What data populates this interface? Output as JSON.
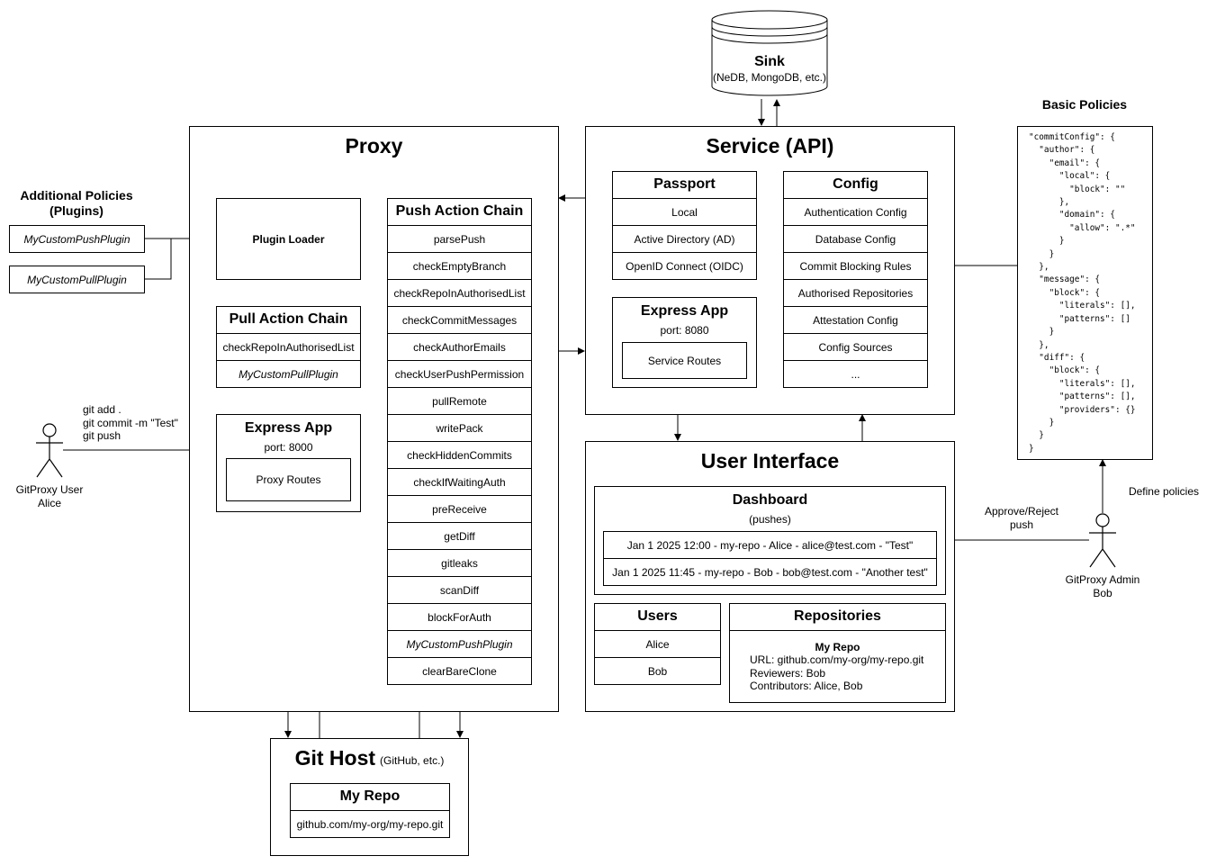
{
  "sink": {
    "title": "Sink",
    "subtitle": "(NeDB, MongoDB, etc.)"
  },
  "basic_policies": {
    "title": "Basic Policies",
    "code": "\"commitConfig\": {\n  \"author\": {\n    \"email\": {\n      \"local\": {\n        \"block\": \"\"\n      },\n      \"domain\": {\n        \"allow\": \".*\"\n      }\n    }\n  },\n  \"message\": {\n    \"block\": {\n      \"literals\": [],\n      \"patterns\": []\n    }\n  },\n  \"diff\": {\n    \"block\": {\n      \"literals\": [],\n      \"patterns\": [],\n      \"providers\": {}\n    }\n  }\n}"
  },
  "additional_policies": {
    "title_line1": "Additional Policies",
    "title_line2": "(Plugins)",
    "push_plugin": "MyCustomPushPlugin",
    "pull_plugin": "MyCustomPullPlugin"
  },
  "proxy": {
    "title": "Proxy",
    "plugin_loader": "Plugin Loader",
    "pull_chain": {
      "title": "Pull Action Chain",
      "items": [
        "checkRepoInAuthorisedList",
        "MyCustomPullPlugin"
      ]
    },
    "express": {
      "title": "Express App",
      "port": "port: 8000",
      "routes": "Proxy Routes"
    },
    "push_chain": {
      "title": "Push Action Chain",
      "items": [
        "parsePush",
        "checkEmptyBranch",
        "checkRepoInAuthorisedList",
        "checkCommitMessages",
        "checkAuthorEmails",
        "checkUserPushPermission",
        "pullRemote",
        "writePack",
        "checkHiddenCommits",
        "checkIfWaitingAuth",
        "preReceive",
        "getDiff",
        "gitleaks",
        "scanDiff",
        "blockForAuth",
        "MyCustomPushPlugin",
        "clearBareClone"
      ]
    }
  },
  "service": {
    "title": "Service (API)",
    "passport": {
      "title": "Passport",
      "items": [
        "Local",
        "Active Directory (AD)",
        "OpenID Connect (OIDC)"
      ]
    },
    "express": {
      "title": "Express App",
      "port": "port: 8080",
      "routes": "Service Routes"
    },
    "config": {
      "title": "Config",
      "items": [
        "Authentication Config",
        "Database Config",
        "Commit Blocking Rules",
        "Authorised Repositories",
        "Attestation Config",
        "Config Sources",
        "..."
      ]
    }
  },
  "ui": {
    "title": "User Interface",
    "dashboard": {
      "title": "Dashboard",
      "subtitle": "(pushes)",
      "rows": [
        "Jan 1 2025 12:00 - my-repo - Alice - alice@test.com - \"Test\"",
        "Jan 1 2025 11:45 - my-repo - Bob - bob@test.com - \"Another test\""
      ]
    },
    "users": {
      "title": "Users",
      "items": [
        "Alice",
        "Bob"
      ]
    },
    "repositories": {
      "title": "Repositories",
      "repo_name": "My Repo",
      "url": "URL: github.com/my-org/my-repo.git",
      "reviewers": "Reviewers: Bob",
      "contributors": "Contributors: Alice, Bob"
    }
  },
  "git_host": {
    "title": "Git Host",
    "subtitle": "(GitHub, etc.)",
    "repo_title": "My Repo",
    "repo_url": "github.com/my-org/my-repo.git"
  },
  "user": {
    "commands": [
      "git add .",
      "git commit -m \"Test\"",
      "git push"
    ],
    "name_line1": "GitProxy User",
    "name_line2": "Alice"
  },
  "admin": {
    "name_line1": "GitProxy Admin",
    "name_line2": "Bob",
    "approve_line1": "Approve/Reject",
    "approve_line2": "push",
    "define": "Define policies"
  },
  "colors": {
    "line": "#000000",
    "background": "#ffffff"
  }
}
